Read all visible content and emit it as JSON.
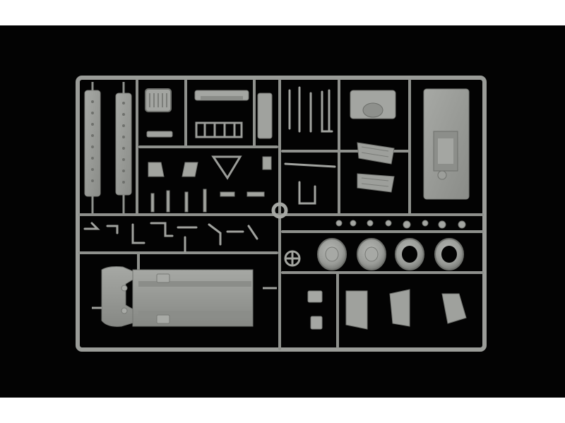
{
  "colors": {
    "page_background": "#ffffff",
    "photo_background": "#030303",
    "plastic": "#9a9c98",
    "plastic_light": "#b4b6b2",
    "plastic_dark": "#6e706c",
    "runner": "#8e908c"
  },
  "subject": {
    "parts": [
      {
        "part": "track-link-strip"
      },
      {
        "part": "track-link-strip"
      },
      {
        "part": "radiator-grille"
      },
      {
        "part": "front-bumper"
      },
      {
        "part": "cab-frame"
      },
      {
        "part": "hood-panel"
      },
      {
        "part": "engine-block"
      },
      {
        "part": "fender"
      },
      {
        "part": "fender"
      },
      {
        "part": "hull-floor"
      },
      {
        "part": "tire"
      },
      {
        "part": "tire"
      },
      {
        "part": "tire"
      },
      {
        "part": "tire"
      },
      {
        "part": "steering-wheel"
      },
      {
        "part": "chassis-body"
      },
      {
        "part": "seat"
      },
      {
        "part": "small-fitting"
      }
    ]
  }
}
